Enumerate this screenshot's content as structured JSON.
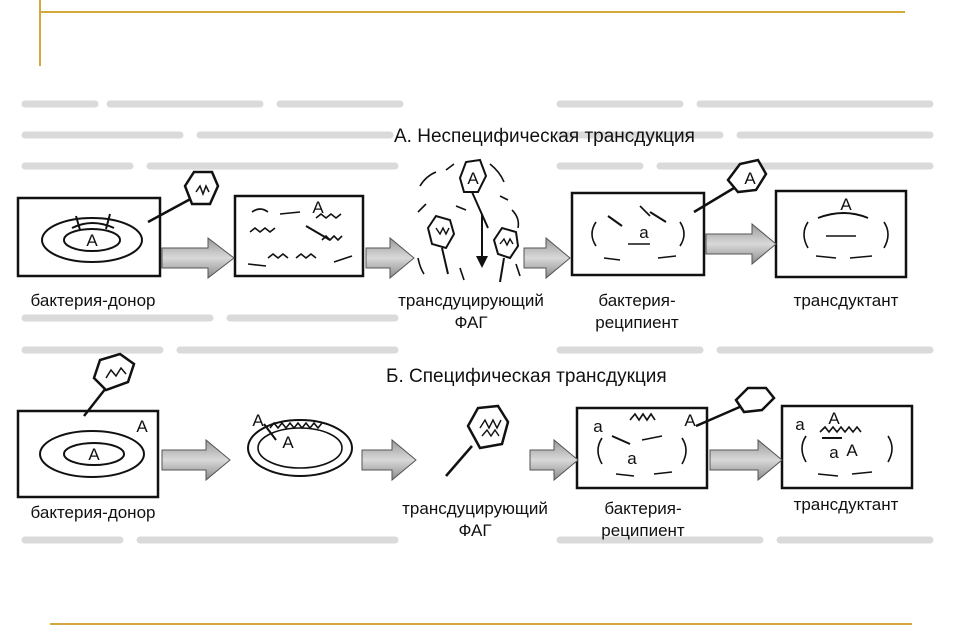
{
  "slide": {
    "accent_color": "#d4a93c",
    "background_text_color": "#c8c8c8"
  },
  "diagram": {
    "row_a": {
      "title": "А. Неспецифическая трансдукция",
      "labels": {
        "donor": "бактерия-донор",
        "phage_line1": "трансдуцирующий",
        "phage_line2": "ФАГ",
        "recipient_line1": "бактерия-",
        "recipient_line2": "реципиент",
        "transductant": "трансдуктант"
      },
      "letters": {
        "donor_gene": "А",
        "lysed_gene": "А",
        "phage_gene": "А",
        "recipient_gene": "a",
        "attached_phage_gene": "А",
        "transductant_gene": "А"
      }
    },
    "row_b": {
      "title": "Б. Специфическая трансдукция",
      "labels": {
        "donor": "бактерия-донор",
        "phage_line1": "трансдуцирующий",
        "phage_line2": "ФАГ",
        "recipient_line1": "бактерия-",
        "recipient_line2": "реципиент",
        "transductant": "трансдуктант"
      },
      "letters": {
        "donor_gene_outer": "А",
        "donor_gene_inner": "А",
        "ring_gene_outer": "А",
        "ring_gene_inner": "А",
        "recipient_left": "a",
        "recipient_right": "А",
        "recipient_inner": "a",
        "transductant_left": "a",
        "transductant_top": "А",
        "transductant_mid_a": "a",
        "transductant_mid_A": "А"
      }
    }
  }
}
